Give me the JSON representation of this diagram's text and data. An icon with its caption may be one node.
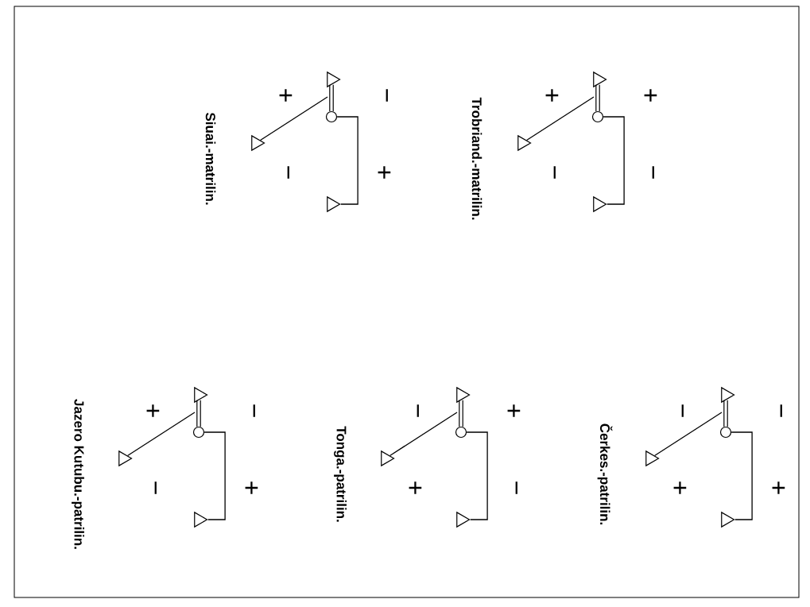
{
  "diagram": {
    "nodes": [
      {
        "text": [],
        "shape": "triangle"
      },
      {
        "text": [],
        "shape": "circle"
      },
      {
        "text": [],
        "shape": "triangle"
      },
      {
        "text": [],
        "shape": "triangle"
      },
      {
        "text": [],
        "shape": "triangle"
      },
      {
        "text": [],
        "shape": "circle"
      },
      {
        "text": [],
        "shape": "triangle"
      },
      {
        "text": [],
        "shape": "triangle"
      },
      {
        "text": [],
        "shape": "triangle"
      },
      {
        "text": [],
        "shape": "circle"
      },
      {
        "text": [],
        "shape": "triangle"
      },
      {
        "text": [],
        "shape": "triangle"
      },
      {
        "text": [],
        "shape": "triangle"
      },
      {
        "text": [],
        "shape": "circle"
      },
      {
        "text": [],
        "shape": "triangle"
      },
      {
        "text": [],
        "shape": "triangle"
      },
      {
        "text": [],
        "shape": "triangle"
      },
      {
        "text": [],
        "shape": "circle"
      },
      {
        "text": [],
        "shape": "triangle"
      },
      {
        "text": [],
        "shape": "triangle"
      }
    ],
    "edges": [
      {
        "from": 0,
        "to": 1,
        "arrow": "none"
      },
      {
        "from": 1,
        "to": 2,
        "arrow": "none"
      },
      {
        "from": null,
        "to": 3,
        "arrow": "none"
      },
      {
        "from": 4,
        "to": 5,
        "arrow": "none"
      },
      {
        "from": 5,
        "to": 6,
        "arrow": "none"
      },
      {
        "from": null,
        "to": 7,
        "arrow": "none"
      },
      {
        "from": 8,
        "to": 9,
        "arrow": "none"
      },
      {
        "from": 9,
        "to": 10,
        "arrow": "none"
      },
      {
        "from": null,
        "to": 11,
        "arrow": "none"
      },
      {
        "from": 12,
        "to": 13,
        "arrow": "none"
      },
      {
        "from": 13,
        "to": 14,
        "arrow": "none"
      },
      {
        "from": null,
        "to": 15,
        "arrow": "none"
      },
      {
        "from": 16,
        "to": 17,
        "arrow": "none"
      },
      {
        "from": 17,
        "to": 18,
        "arrow": "none"
      },
      {
        "from": null,
        "to": 19,
        "arrow": "none"
      }
    ],
    "labels": [
      "−",
      "+",
      "−",
      "+",
      "Čerkes.-patrilin.",
      "+",
      "−",
      "+",
      "−",
      "Trobriand.-matrilin.",
      "+",
      "−",
      "−",
      "+",
      "Tonga.-patrilin.",
      "−",
      "+",
      "+",
      "−",
      "Siuai.-matrilin.",
      "−",
      "+",
      "+",
      "−",
      "Jazero Kutubu.-patrilin."
    ]
  }
}
